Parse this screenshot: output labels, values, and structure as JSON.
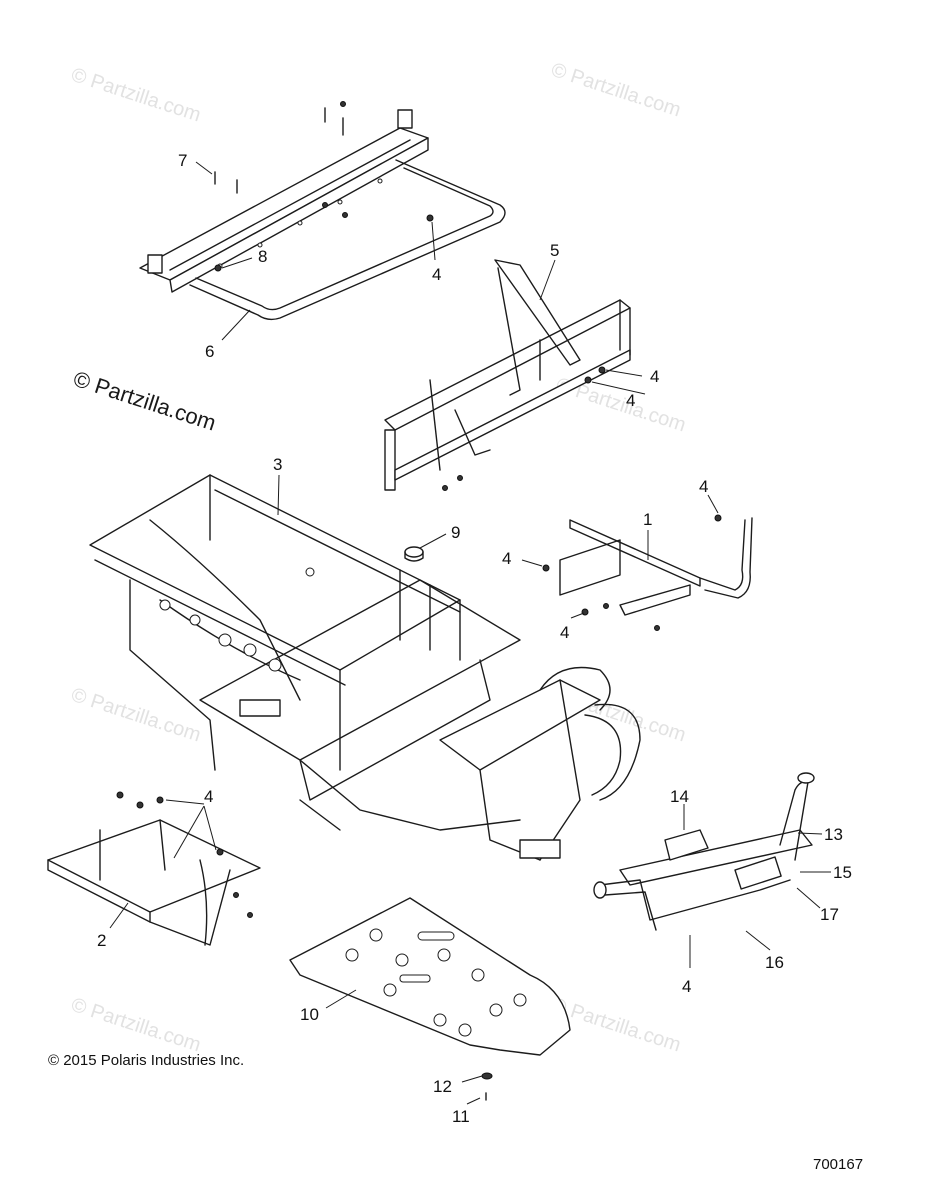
{
  "watermark_main": "© Partzilla.com",
  "watermark_faint": "© Partzilla.com",
  "copyright": "© 2015 Polaris Industries Inc.",
  "diagram_id": "700167",
  "callouts": [
    "7",
    "8",
    "4",
    "6",
    "5",
    "4",
    "4",
    "3",
    "9",
    "1",
    "4",
    "4",
    "4",
    "4",
    "14",
    "13",
    "15",
    "17",
    "2",
    "16",
    "4",
    "10",
    "12",
    "11"
  ]
}
